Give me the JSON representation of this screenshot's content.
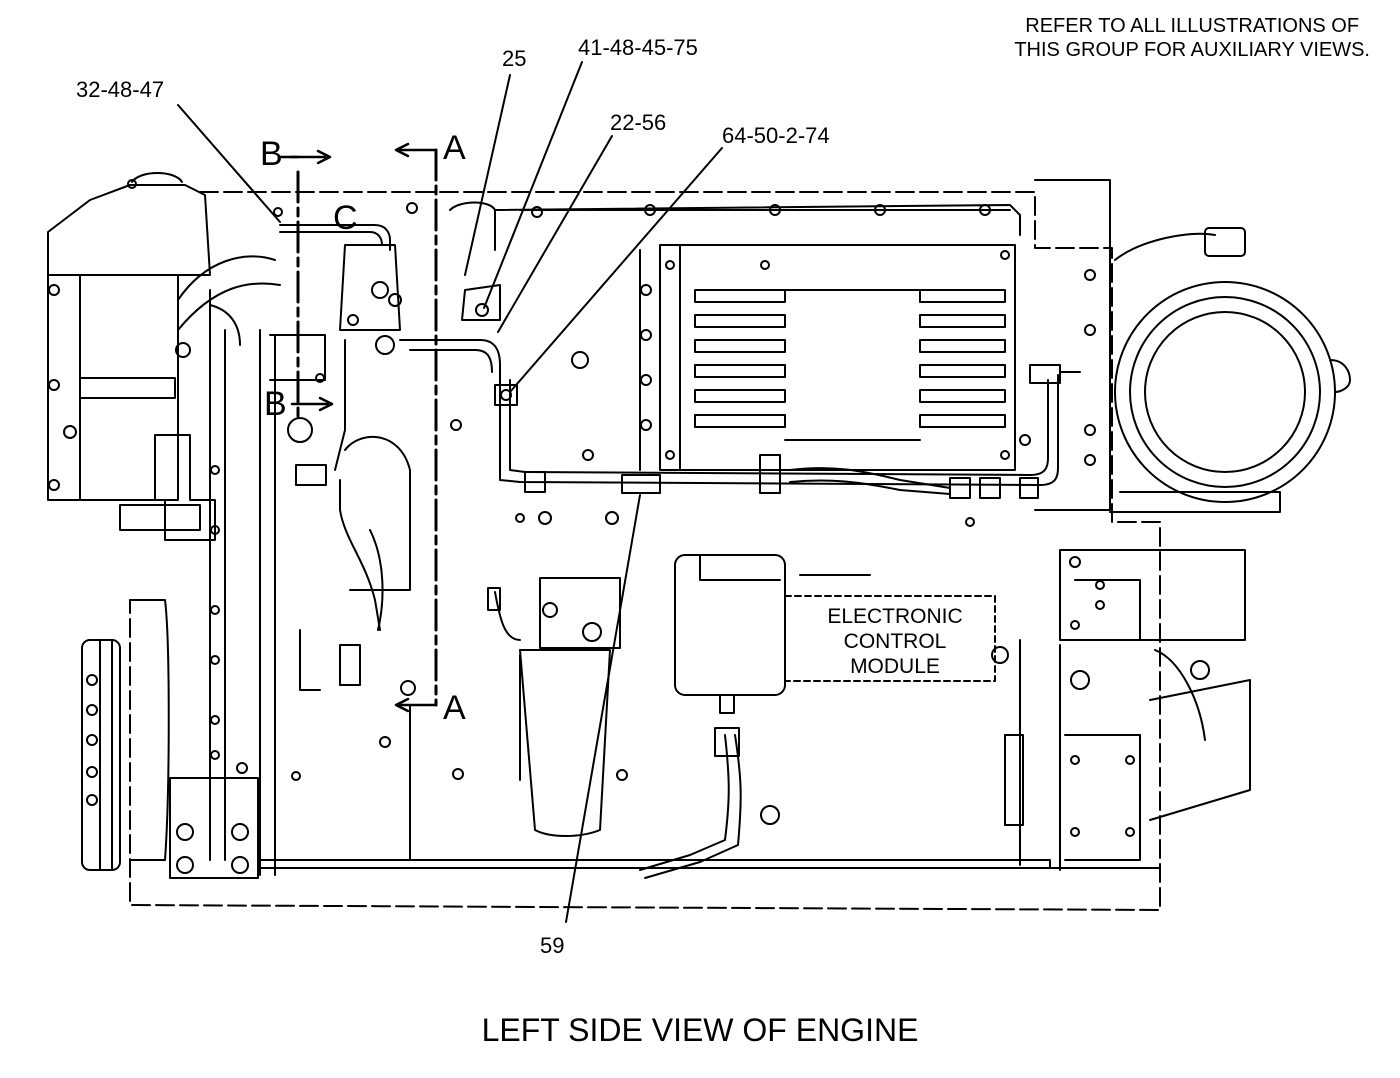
{
  "notes": {
    "line1": "REFER TO ALL ILLUSTRATIONS OF",
    "line2": "THIS GROUP FOR AUXILIARY VIEWS."
  },
  "title": "LEFT SIDE VIEW OF ENGINE",
  "callouts": [
    {
      "id": "c1",
      "text": "32-48-47"
    },
    {
      "id": "c2",
      "text": "25"
    },
    {
      "id": "c3",
      "text": "41-48-45-75"
    },
    {
      "id": "c4",
      "text": "22-56"
    },
    {
      "id": "c5",
      "text": "64-50-2-74"
    },
    {
      "id": "c6",
      "text": "59"
    }
  ],
  "section_markers": {
    "b_top": "B",
    "b_bottom": "B",
    "c": "C",
    "a_top": "A",
    "a_bottom": "A"
  },
  "module_label": {
    "line1": "ELECTRONIC",
    "line2": "CONTROL",
    "line3": "MODULE"
  }
}
